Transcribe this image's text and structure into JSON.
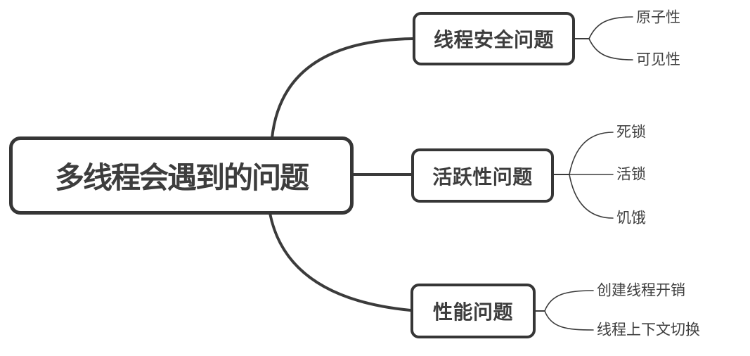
{
  "diagram": {
    "type": "mindmap",
    "root": {
      "label": "多线程会遇到的问题"
    },
    "branches": [
      {
        "label": "线程安全问题",
        "children": [
          {
            "label": "原子性"
          },
          {
            "label": "可见性"
          }
        ]
      },
      {
        "label": "活跃性问题",
        "children": [
          {
            "label": "死锁"
          },
          {
            "label": "活锁"
          },
          {
            "label": "饥饿"
          }
        ]
      },
      {
        "label": "性能问题",
        "children": [
          {
            "label": "创建线程开销"
          },
          {
            "label": "线程上下文切换"
          }
        ]
      }
    ]
  },
  "colors": {
    "background": "#ffffff",
    "line": "#3b3b3b",
    "node_border": "#363636",
    "node_text": "#3d3d3d",
    "leaf_text": "#3f3f3f"
  }
}
